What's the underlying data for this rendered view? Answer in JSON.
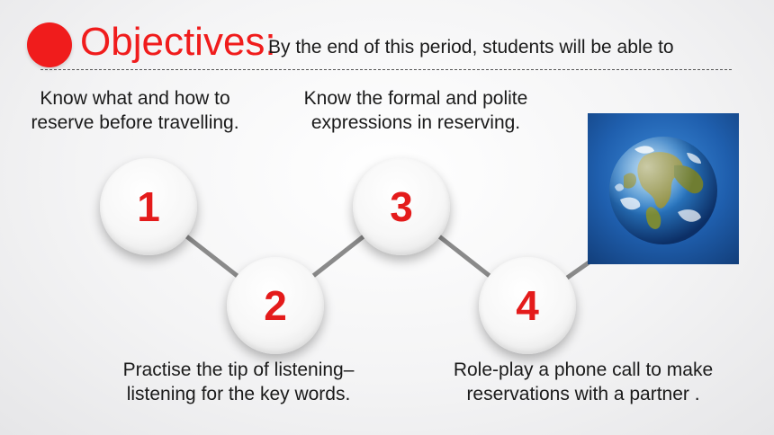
{
  "header": {
    "title": "Objectives:",
    "subtitle": "By the end of this period, students will be able to"
  },
  "objectives": [
    {
      "number": "1",
      "lines": [
        "Know what and how to",
        "reserve before travelling."
      ]
    },
    {
      "number": "2",
      "lines": [
        "Practise the tip of listening–",
        "listening for the key words."
      ]
    },
    {
      "number": "3",
      "lines": [
        "Know the formal and polite",
        "expressions in reserving."
      ]
    },
    {
      "number": "4",
      "lines": [
        "Role-play a phone call to make",
        "reservations with a partner ."
      ]
    }
  ],
  "colors": {
    "accent": "#f01c1c",
    "number": "#e41b1b",
    "text": "#1a1a1a",
    "connector": "#8a8a8a"
  },
  "image": {
    "icon": "earth-globe-icon"
  }
}
